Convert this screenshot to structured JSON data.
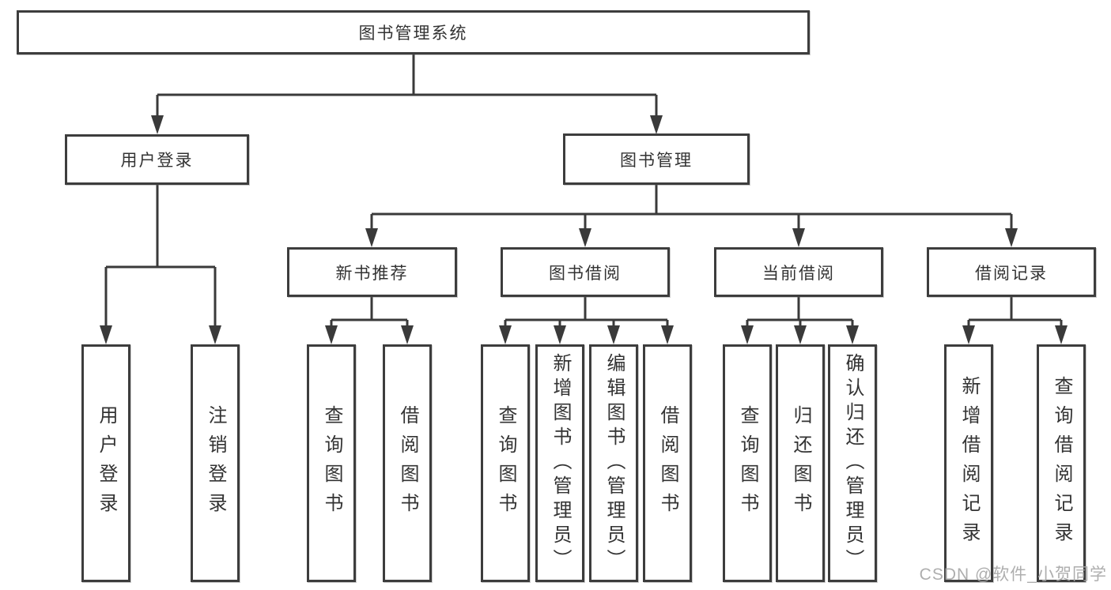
{
  "diagram": {
    "root": {
      "label": "图书管理系统",
      "children": [
        {
          "label": "用户登录",
          "children": [
            {
              "label": "用户登录"
            },
            {
              "label": "注销登录"
            }
          ]
        },
        {
          "label": "图书管理",
          "children": [
            {
              "label": "新书推荐",
              "children": [
                {
                  "label": "查询图书"
                },
                {
                  "label": "借阅图书"
                }
              ]
            },
            {
              "label": "图书借阅",
              "children": [
                {
                  "label": "查询图书"
                },
                {
                  "label": "新增图书（管理员）"
                },
                {
                  "label": "编辑图书（管理员）"
                },
                {
                  "label": "借阅图书"
                }
              ]
            },
            {
              "label": "当前借阅",
              "children": [
                {
                  "label": "查询图书"
                },
                {
                  "label": "归还图书"
                },
                {
                  "label": "确认归还（管理员）"
                }
              ]
            },
            {
              "label": "借阅记录",
              "children": [
                {
                  "label": "新增借阅记录"
                },
                {
                  "label": "查询借阅记录"
                }
              ]
            }
          ]
        }
      ]
    },
    "watermark": "CSDN @软件_小贺同学",
    "colors": {
      "line": "#3a3a3a",
      "border": "#3d3d3d",
      "text": "#333333",
      "watermark": "#a5a5a5",
      "background": "#ffffff"
    }
  }
}
